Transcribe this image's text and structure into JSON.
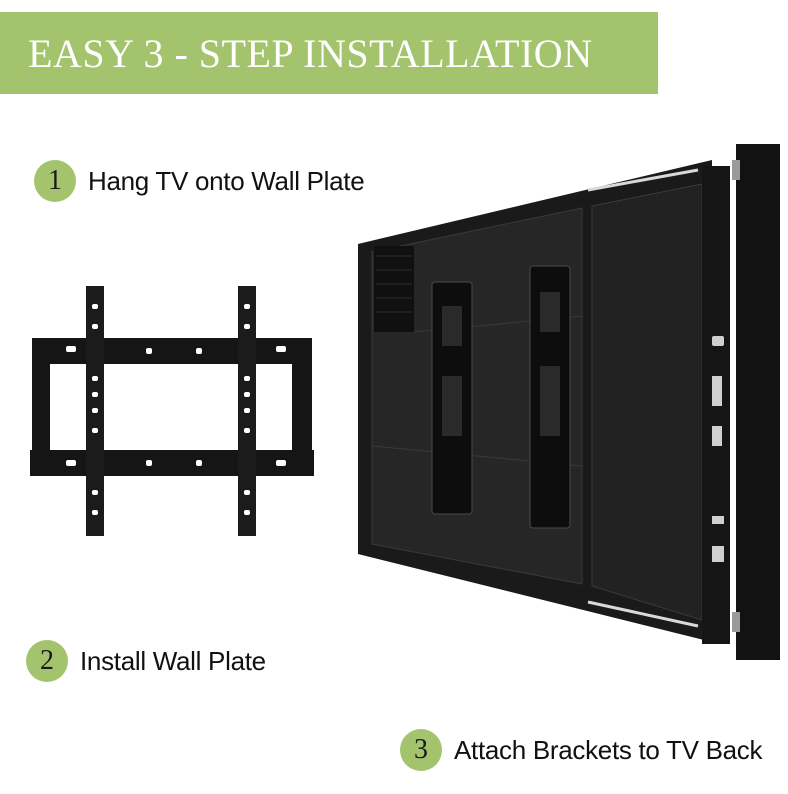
{
  "banner": {
    "title": "EASY 3 - STEP INSTALLATION"
  },
  "steps": [
    {
      "number": "1",
      "label": "Hang TV onto Wall Plate"
    },
    {
      "number": "2",
      "label": "Install Wall Plate"
    },
    {
      "number": "3",
      "label": "Attach Brackets to TV Back"
    }
  ],
  "colors": {
    "accent": "#a3c46c",
    "text": "#111111",
    "product": "#111111"
  },
  "illustrations": [
    "wall-plate-bracket-icon",
    "tv-back-with-brackets-icon"
  ]
}
